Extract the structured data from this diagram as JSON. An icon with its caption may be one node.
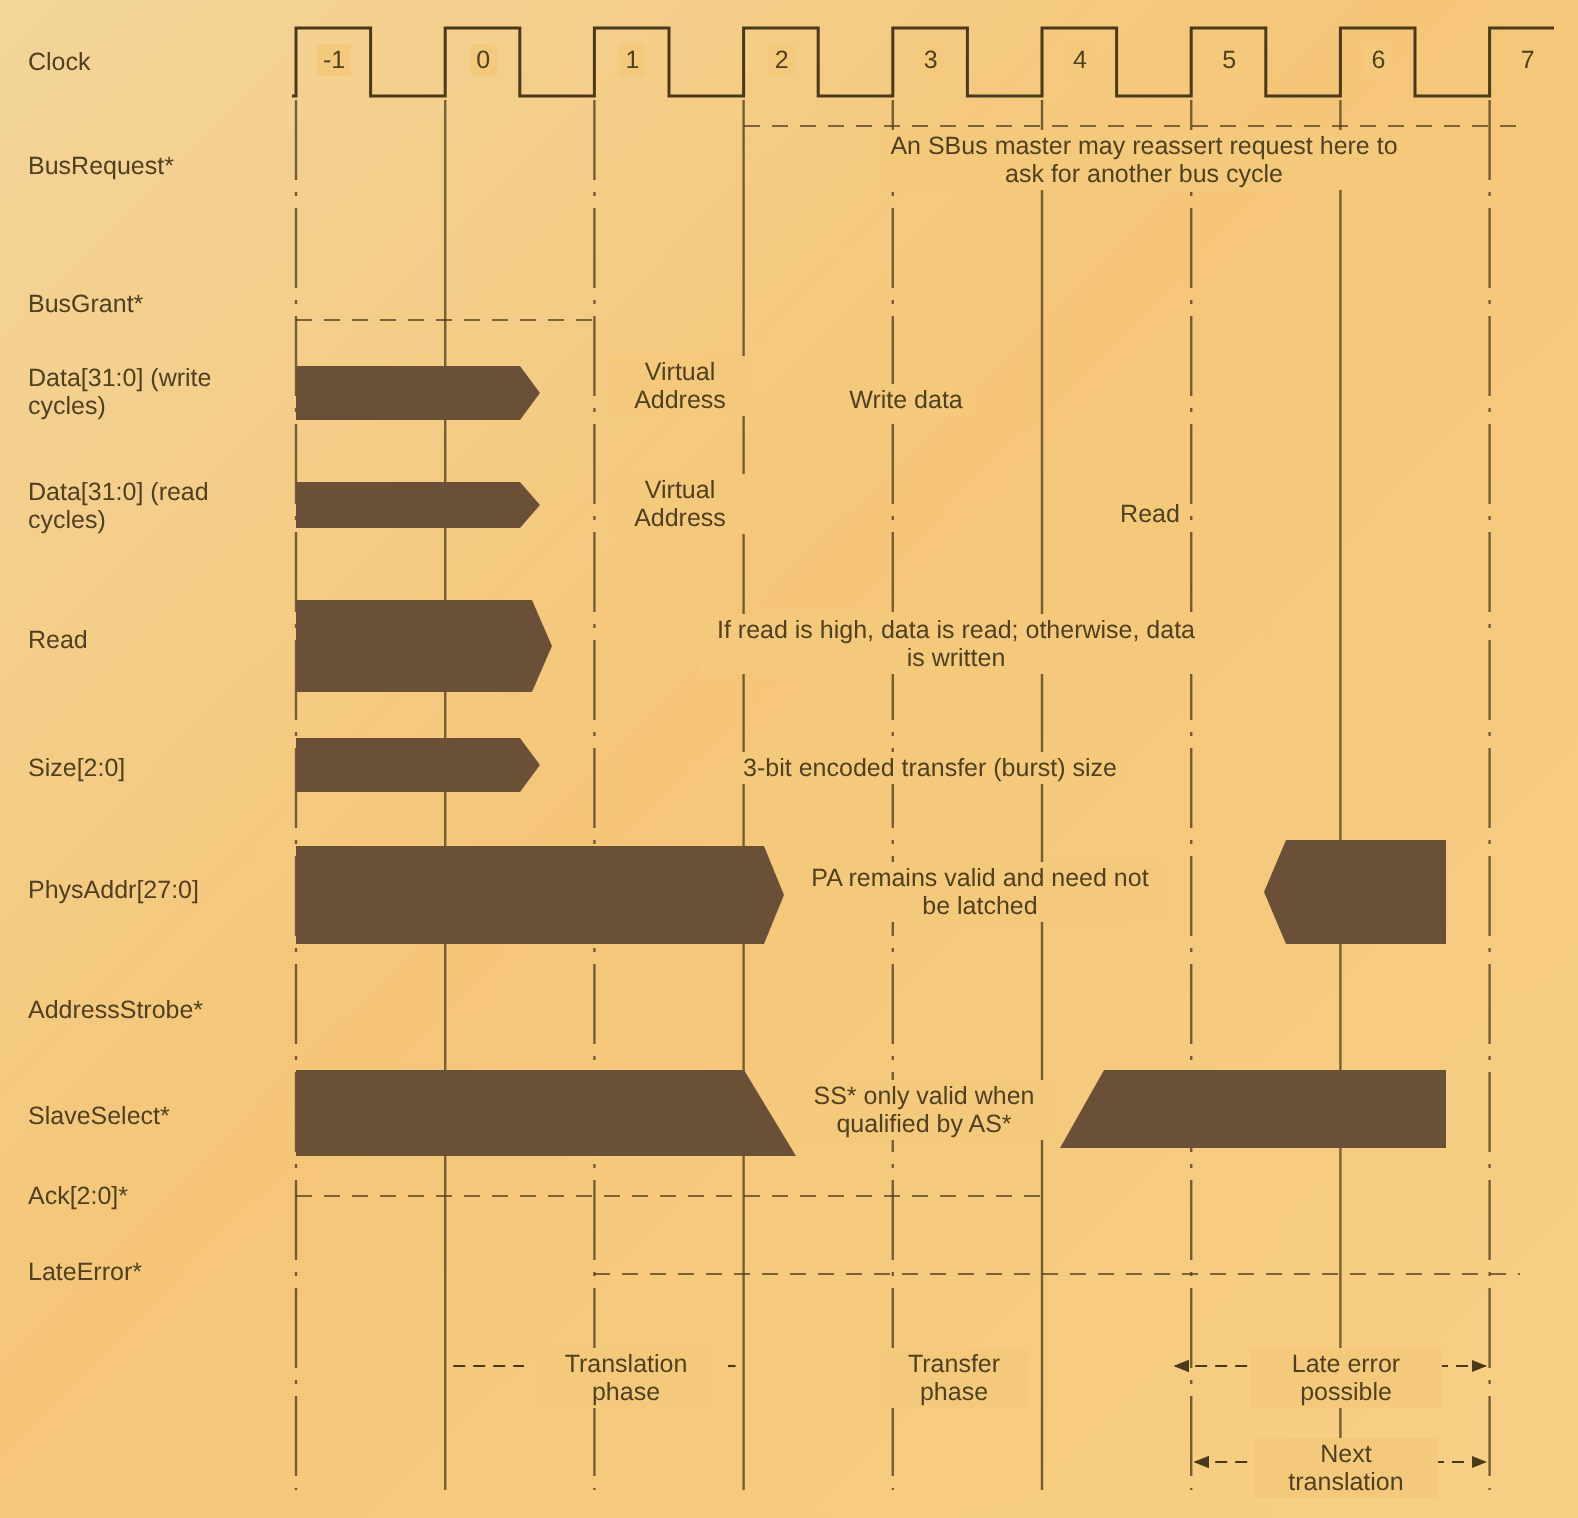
{
  "diagram": {
    "labels": [
      "Clock",
      "-1",
      "0",
      "1",
      "2",
      "3",
      "4",
      "5",
      "6",
      "7",
      "BusRequest*",
      "An SBus master may reassert request here to ask for another bus cycle",
      "BusGrant*",
      "Data[31:0] (write cycles)",
      "Virtual Address",
      "Write data",
      "Data[31:0] (read cycles)",
      "Virtual Address",
      "Read",
      "Read",
      "If read is high, data is read; otherwise, data is written",
      "Size[2:0]",
      "3-bit encoded transfer (burst) size",
      "PhysAddr[27:0]",
      "PA remains valid and need not be latched",
      "AddressStrobe*",
      "SlaveSelect*",
      "SS* only valid when qualified by AS*",
      "Ack[2:0]*",
      "LateError*",
      "Translation phase",
      "Transfer phase",
      "Late error possible",
      "Next translation"
    ]
  }
}
